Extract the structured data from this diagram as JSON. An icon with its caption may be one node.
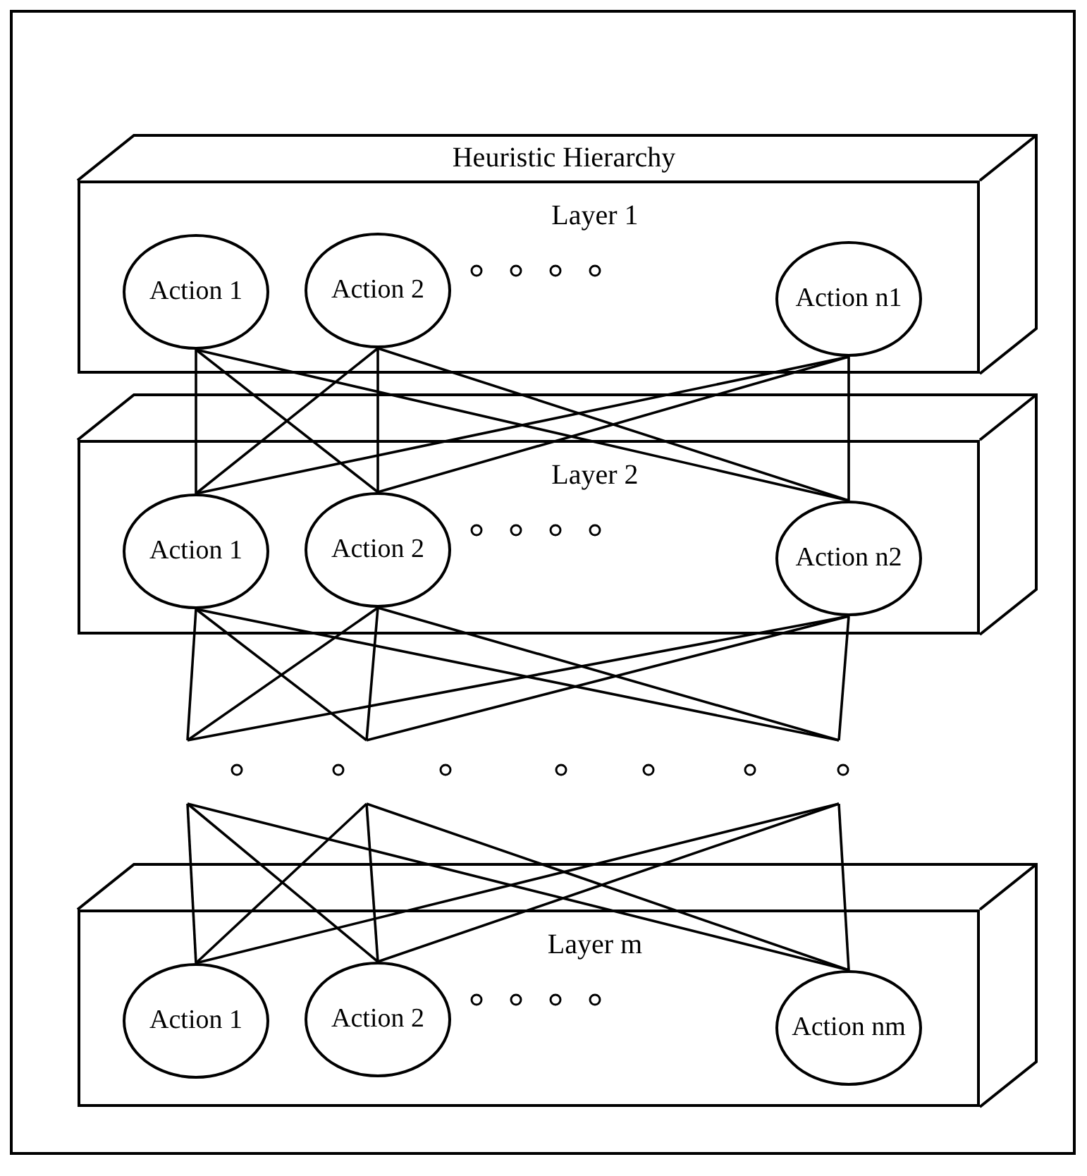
{
  "diagram": {
    "title": "Heuristic Hierarchy",
    "nodes": [
      {
        "text": [
          "Layer 1"
        ]
      },
      {
        "text": [
          "Action 1"
        ],
        "in": 0
      },
      {
        "text": [
          "Action 2"
        ],
        "in": 0
      },
      {
        "text": [
          "Action n1"
        ],
        "in": 0
      },
      {
        "text": [
          "Layer 2"
        ]
      },
      {
        "text": [
          "Action 1"
        ],
        "in": 4
      },
      {
        "text": [
          "Action 2"
        ],
        "in": 4
      },
      {
        "text": [
          "Action n2"
        ],
        "in": 4
      },
      {
        "text": [
          "Layer m"
        ]
      },
      {
        "text": [
          "Action 1"
        ],
        "in": 8
      },
      {
        "text": [
          "Action 2"
        ],
        "in": 8
      },
      {
        "text": [
          "Action nm"
        ],
        "in": 8
      }
    ],
    "edges": [
      {
        "from": 1,
        "to": 5,
        "arrow": "none"
      },
      {
        "from": 1,
        "to": 6,
        "arrow": "none"
      },
      {
        "from": 1,
        "to": 7,
        "arrow": "none"
      },
      {
        "from": 2,
        "to": 5,
        "arrow": "none"
      },
      {
        "from": 2,
        "to": 6,
        "arrow": "none"
      },
      {
        "from": 2,
        "to": 7,
        "arrow": "none"
      },
      {
        "from": 3,
        "to": 5,
        "arrow": "none"
      },
      {
        "from": 3,
        "to": 6,
        "arrow": "none"
      },
      {
        "from": 3,
        "to": 7,
        "arrow": "none"
      },
      {
        "from": 5,
        "to": null,
        "arrow": "none"
      },
      {
        "from": 5,
        "to": null,
        "arrow": "none"
      },
      {
        "from": 5,
        "to": null,
        "arrow": "none"
      },
      {
        "from": 6,
        "to": null,
        "arrow": "none"
      },
      {
        "from": 6,
        "to": null,
        "arrow": "none"
      },
      {
        "from": 6,
        "to": null,
        "arrow": "none"
      },
      {
        "from": 7,
        "to": null,
        "arrow": "none"
      },
      {
        "from": 7,
        "to": null,
        "arrow": "none"
      },
      {
        "from": 7,
        "to": null,
        "arrow": "none"
      },
      {
        "from": null,
        "to": 9,
        "arrow": "none"
      },
      {
        "from": null,
        "to": 10,
        "arrow": "none"
      },
      {
        "from": null,
        "to": 11,
        "arrow": "none"
      },
      {
        "from": null,
        "to": 9,
        "arrow": "none"
      },
      {
        "from": null,
        "to": 10,
        "arrow": "none"
      },
      {
        "from": null,
        "to": 11,
        "arrow": "none"
      },
      {
        "from": null,
        "to": 9,
        "arrow": "none"
      },
      {
        "from": null,
        "to": 10,
        "arrow": "none"
      },
      {
        "from": null,
        "to": 11,
        "arrow": "none"
      }
    ]
  }
}
